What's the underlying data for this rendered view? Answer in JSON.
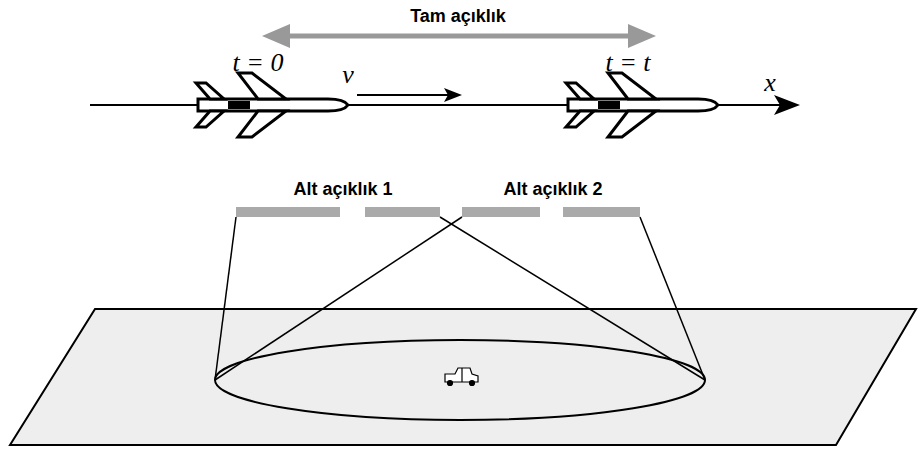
{
  "diagram": {
    "labels": [
      "Tam açıklık",
      "t = 0",
      "ν",
      "t = t",
      "x",
      "Alt açıklık 1",
      "Alt açıklık 2"
    ]
  }
}
